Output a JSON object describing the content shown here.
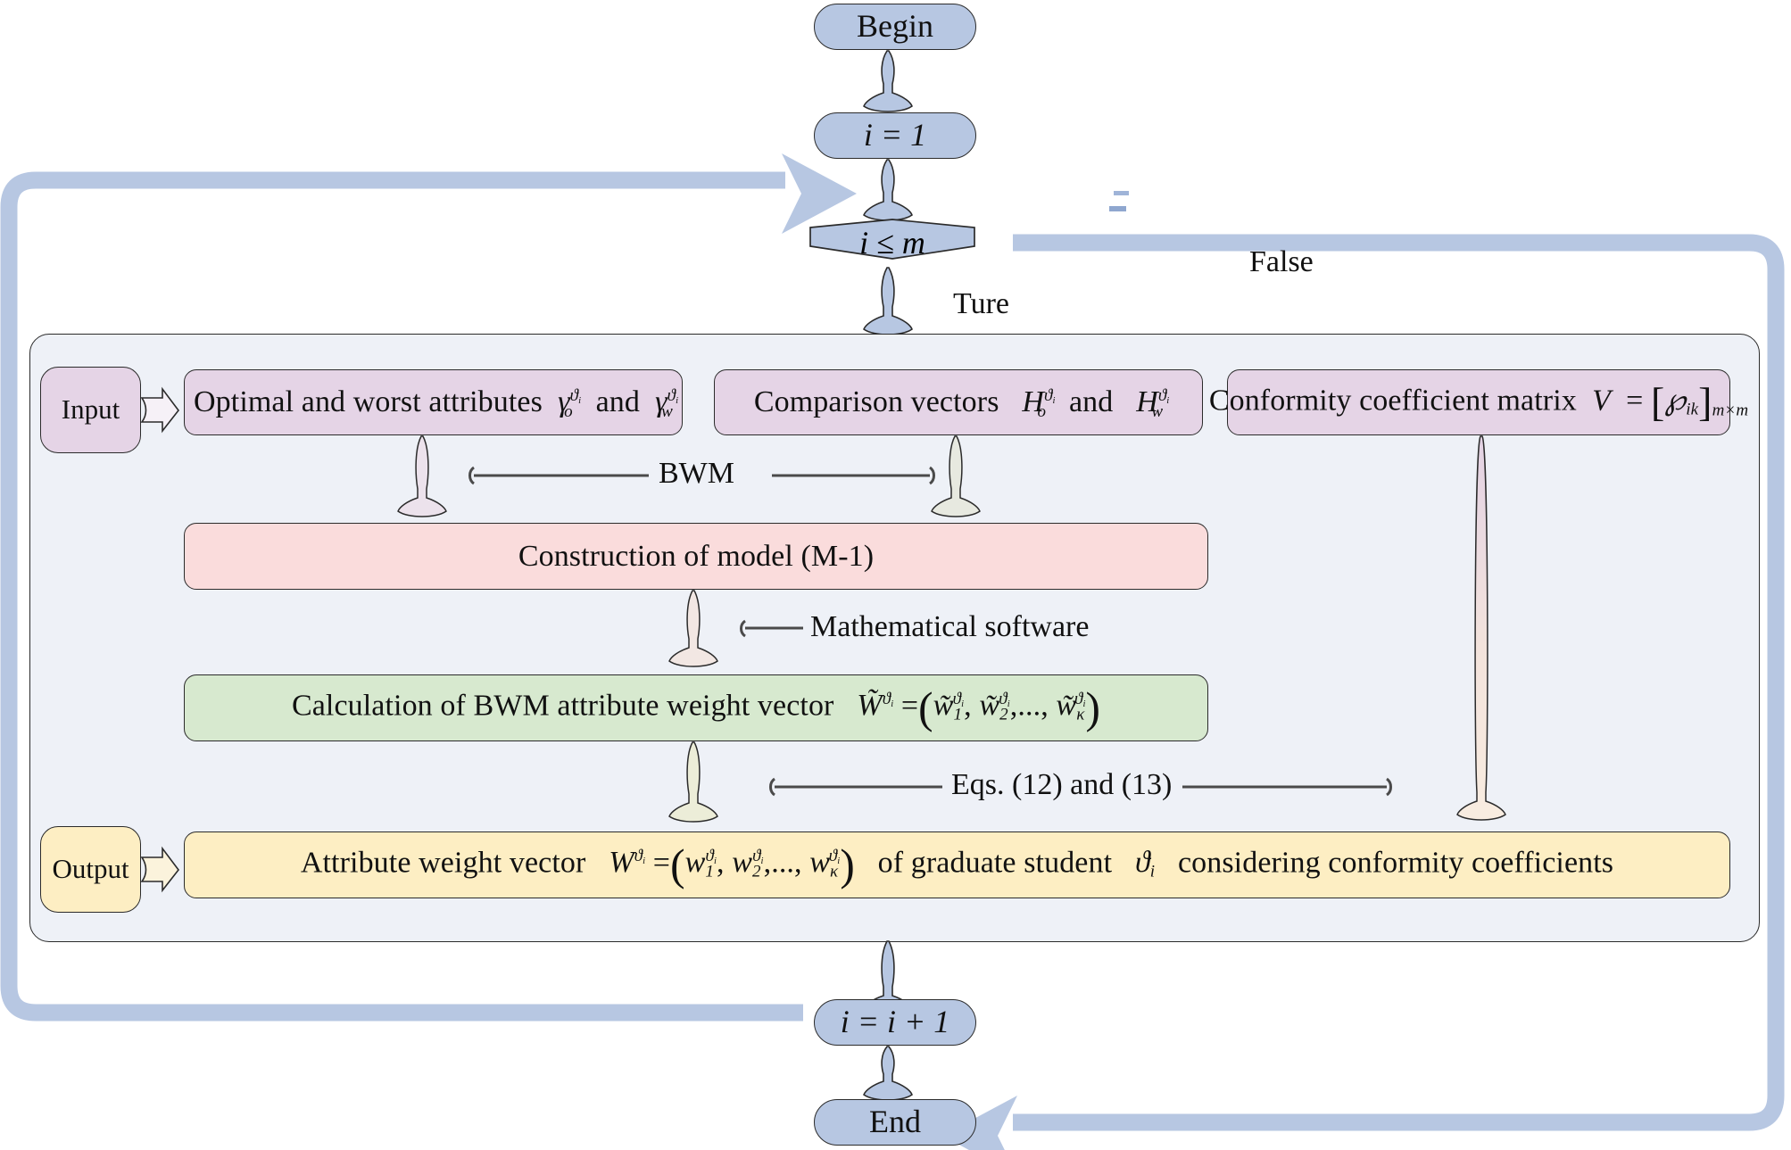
{
  "diagram": {
    "title": "BWM attribute weight calculation flowchart",
    "colors": {
      "terminator": "#b7c7e2",
      "input_output": "#e5d4e6",
      "model": "#fadcdc",
      "calculation": "#d7e9cf",
      "output_box": "#fdeec3",
      "panel": "#eef1f7",
      "arrow": "#b7c7e2",
      "stroke": "#2b2b2b"
    }
  },
  "nodes": {
    "begin": "Begin",
    "init": "i = 1",
    "condition": "i ≤ m",
    "increment": "i = i + 1",
    "end": "End"
  },
  "branch_labels": {
    "true": "Ture",
    "false": "False"
  },
  "pills": {
    "input": "Input",
    "output": "Output"
  },
  "boxes": {
    "optimal_worst": "Optimal and worst attributes γₒ^ϑi and γᵥᵥ^ϑi",
    "optimal_worst_plain": "Optimal and worst attributes",
    "comparison_vectors_plain": "Comparison vectors",
    "conformity_matrix_plain": "Conformity coefficient matrix",
    "model": "Construction of model (M-1)",
    "calculation_plain": "Calculation of BWM attribute weight vector",
    "attribute_weight_plain": "Attribute weight vector",
    "attribute_weight_tail": "of graduate student",
    "attribute_weight_tail2": "considering conformity coefficients"
  },
  "connector_labels": {
    "bwm": "BWM",
    "math_software": "Mathematical software",
    "eqs": "Eqs. (12) and (13)"
  },
  "symbols": {
    "gamma": "γ",
    "theta": "ϑ",
    "H": "H",
    "V": "V",
    "wp": "℘",
    "W": "W",
    "Wtilde": "W̃",
    "kappa": "κ",
    "times": "×",
    "m": "m",
    "sub_o": "o",
    "sub_w": "w",
    "sub_i": "i",
    "sub_k": "k",
    "one": "1",
    "two": "2",
    "ellipsis": "...",
    "and": "and",
    "equals": "=",
    "lbrack": "[",
    "rbrack": "]",
    "lparen": "(",
    "rparen": ")"
  }
}
